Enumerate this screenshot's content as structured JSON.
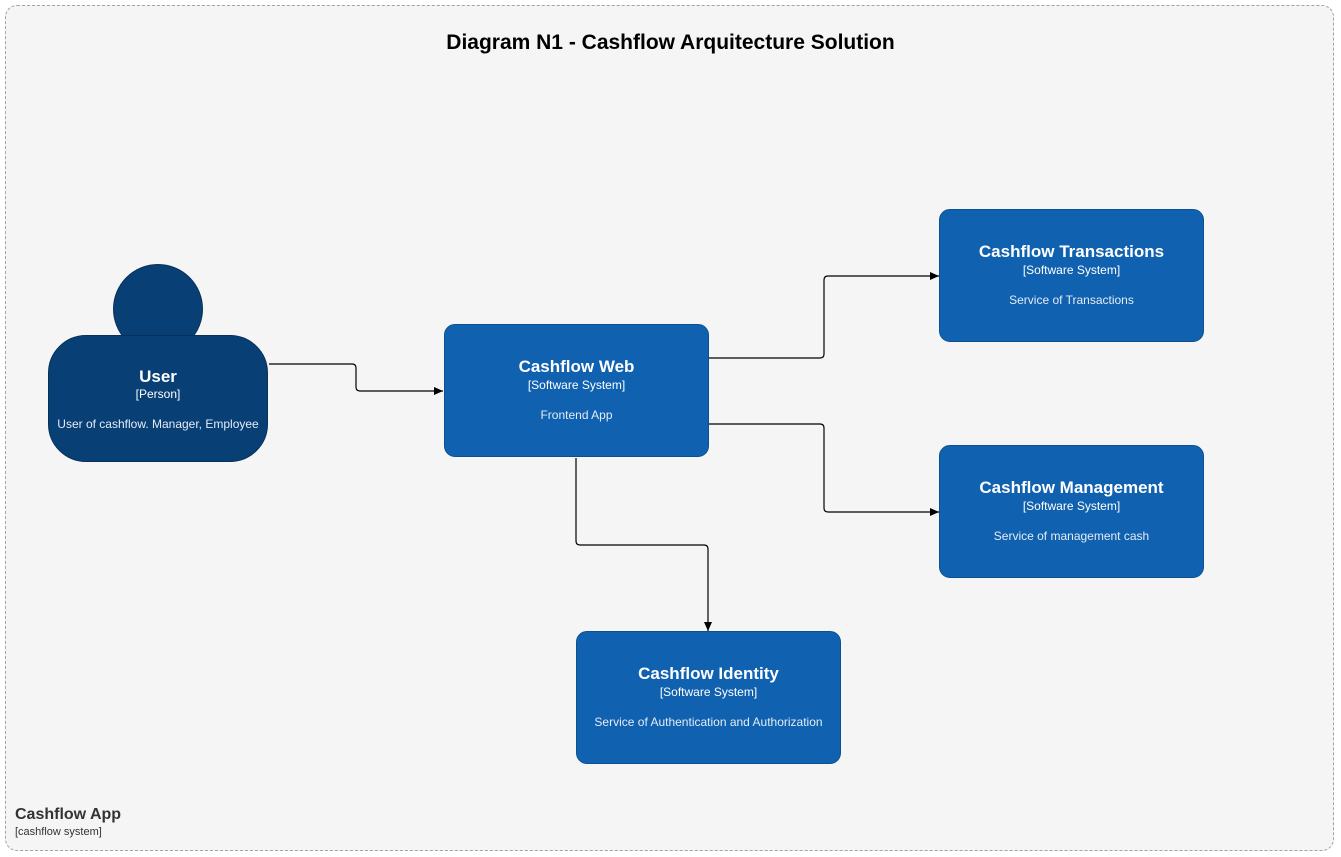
{
  "diagram": {
    "title": "Diagram N1 - Cashflow Arquitecture Solution",
    "boundary": {
      "name": "Cashflow App",
      "technology": "[cashflow system]"
    }
  },
  "person": {
    "name": "User",
    "type": "[Person]",
    "description": "User of cashflow. Manager, Employee"
  },
  "systems": {
    "web": {
      "name": "Cashflow Web",
      "type": "[Software System]",
      "description": "Frontend App"
    },
    "transactions": {
      "name": "Cashflow Transactions",
      "type": "[Software System]",
      "description": "Service of Transactions"
    },
    "management": {
      "name": "Cashflow Management",
      "type": "[Software System]",
      "description": "Service of management cash"
    },
    "identity": {
      "name": "Cashflow Identity",
      "type": "[Software System]",
      "description": "Service of Authentication and Authorization"
    }
  },
  "relationships": [
    {
      "from": "User",
      "to": "Cashflow Web"
    },
    {
      "from": "Cashflow Web",
      "to": "Cashflow Transactions"
    },
    {
      "from": "Cashflow Web",
      "to": "Cashflow Management"
    },
    {
      "from": "Cashflow Web",
      "to": "Cashflow Identity"
    }
  ],
  "colors": {
    "person": "#083f75",
    "system": "#1061b0",
    "boundary_fill": "#f5f5f5",
    "boundary_border": "#a3a3a3",
    "edge": "#000000"
  }
}
